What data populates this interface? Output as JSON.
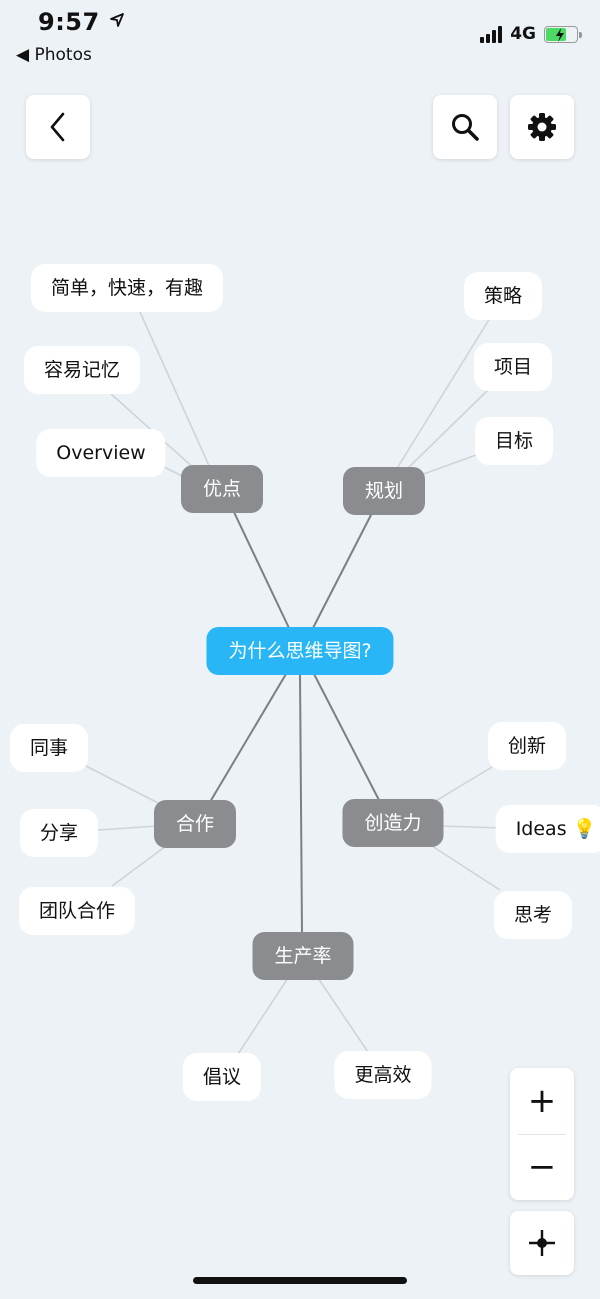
{
  "status": {
    "time": "9:57",
    "back_label": "◀ Photos",
    "network": "4G"
  },
  "toolbar": {
    "back_icon": "chevron-left-icon",
    "search_icon": "search-icon",
    "settings_icon": "gear-icon"
  },
  "mindmap": {
    "root": "为什么思维导图?",
    "branches": {
      "advantages": "优点",
      "planning": "规划",
      "cooperation": "合作",
      "creativity": "创造力",
      "productivity": "生产率"
    },
    "leaves": {
      "simple_fast_fun": "简单，快速，有趣",
      "easy_memory": "容易记忆",
      "overview": "Overview",
      "strategy": "策略",
      "project": "项目",
      "goal": "目标",
      "colleague": "同事",
      "share": "分享",
      "teamwork": "团队合作",
      "innovation": "创新",
      "ideas": "Ideas 💡",
      "thinking": "思考",
      "advocate": "倡议",
      "more_efficient": "更高效"
    }
  },
  "zoom": {
    "in_label": "+",
    "out_label": "−"
  },
  "colors": {
    "root": "#29b6f6",
    "branch": "#8a8c8f",
    "background": "#edf2f7"
  }
}
